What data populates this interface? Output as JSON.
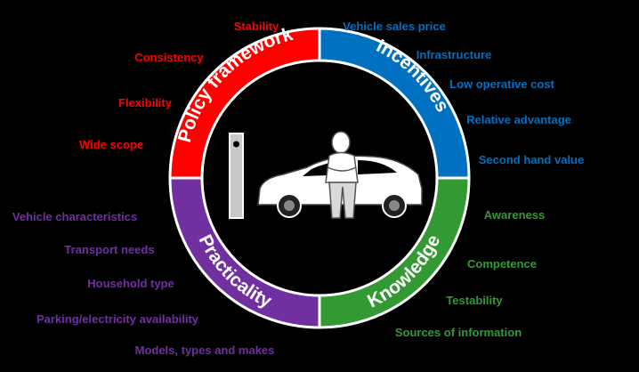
{
  "colors": {
    "background": "#000000",
    "policy": "#ff0000",
    "incentives": "#0070c0",
    "knowledge": "#339933",
    "practicality": "#7030a0",
    "ring_title": "#ffffff"
  },
  "quadrants": {
    "policy": {
      "title": "Policy framework",
      "items": [
        "Stability",
        "Consistency",
        "Flexibility",
        "Wide scope"
      ]
    },
    "incentives": {
      "title": "Incentives",
      "items": [
        "Vehicle sales price",
        "Infrastructure",
        "Low operative cost",
        "Relative advantage",
        "Second hand value"
      ]
    },
    "knowledge": {
      "title": "Knowledge",
      "items": [
        "Awareness",
        "Competence",
        "Testability",
        "Sources of information"
      ]
    },
    "practicality": {
      "title": "Practicality",
      "items": [
        "Vehicle characteristics",
        "Transport needs",
        "Household type",
        "Parking/electricity  availability",
        "Models, types and makes"
      ]
    }
  },
  "center_image": {
    "icons": [
      "charging-station-icon",
      "car-icon",
      "person-icon"
    ]
  }
}
